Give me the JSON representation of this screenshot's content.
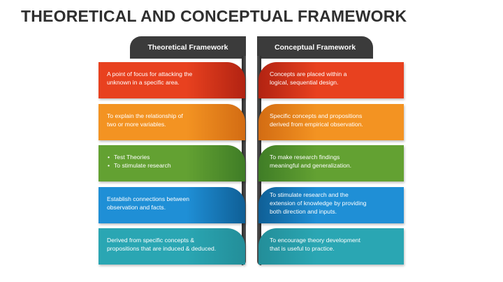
{
  "title": "THEORETICAL AND CONCEPTUAL FRAMEWORK",
  "headers": {
    "left": "Theoretical Framework",
    "right": "Conceptual Framework"
  },
  "colors": {
    "row1": "#e8411f",
    "row2": "#f39322",
    "row3": "#63a132",
    "row4": "#1f8fd6",
    "row5": "#2aa6b3",
    "row1_dark": "#b22312",
    "row2_dark": "#d36c13",
    "row3_dark": "#3f7d26",
    "row4_dark": "#0f5f96",
    "row5_dark": "#238e99",
    "header": "#3b3b3b"
  },
  "rows": [
    {
      "left": [
        "A point of focus for attacking the",
        "unknown in a specific area."
      ],
      "right": [
        "Concepts are placed within a",
        "logical, sequential design."
      ]
    },
    {
      "left": [
        "To explain the relationship of",
        "two or more variables."
      ],
      "right": [
        "Specific concepts and propositions",
        "derived from empirical observation."
      ]
    },
    {
      "left_bullets": [
        "Test Theories",
        "To stimulate research"
      ],
      "right": [
        "To make research findings",
        "meaningful and generalization."
      ]
    },
    {
      "left": [
        "Establish connections between",
        "observation and facts."
      ],
      "right": [
        "To stimulate research and the",
        "extension of knowledge by providing",
        "both direction and inputs."
      ]
    },
    {
      "left": [
        "Derived from specific concepts &",
        "propositions that are induced & deduced."
      ],
      "right": [
        "To encourage theory development",
        "that is useful to practice."
      ]
    }
  ]
}
